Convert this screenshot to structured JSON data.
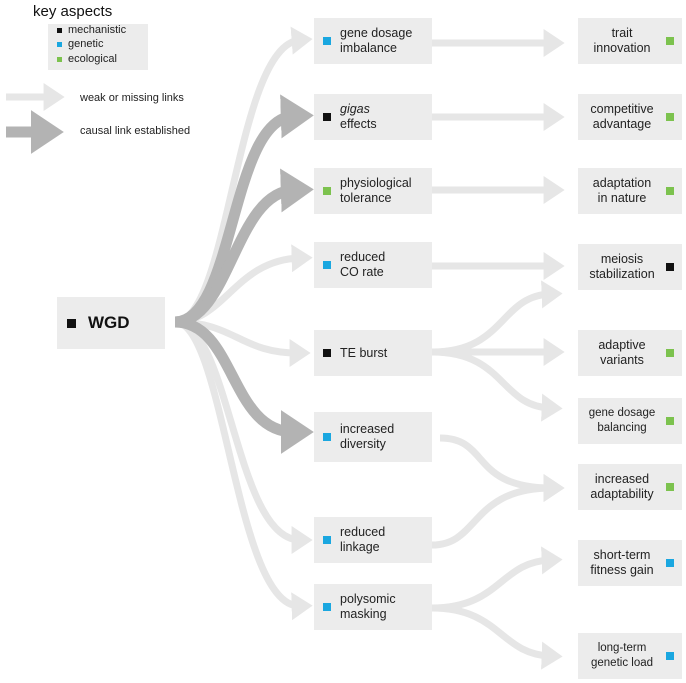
{
  "colors": {
    "mechanistic": "#111111",
    "genetic": "#1aa7e0",
    "ecological": "#7cc24e",
    "weak_arrow": "#e6e6e6",
    "causal_arrow": "#b3b3b3",
    "box": "#ececec"
  },
  "legend": {
    "title": "key aspects",
    "items": [
      {
        "label": "mechanistic",
        "category": "mechanistic"
      },
      {
        "label": "genetic",
        "category": "genetic"
      },
      {
        "label": "ecological",
        "category": "ecological"
      }
    ],
    "weak_label": "weak or missing links",
    "causal_label": "causal link established"
  },
  "root": {
    "label": "WGD",
    "category": "mechanistic"
  },
  "middle_nodes": [
    {
      "line1": "gene dosage",
      "line2": "imbalance",
      "category": "genetic"
    },
    {
      "line1": "gigas",
      "line2": "effects",
      "category": "mechanistic"
    },
    {
      "line1": "physiological",
      "line2": "tolerance",
      "category": "ecological"
    },
    {
      "line1": "reduced",
      "line2": "CO rate",
      "category": "genetic"
    },
    {
      "line1": "TE burst",
      "line2": "",
      "category": "mechanistic"
    },
    {
      "line1": "increased",
      "line2": "diversity",
      "category": "genetic"
    },
    {
      "line1": "reduced",
      "line2": "linkage",
      "category": "genetic"
    },
    {
      "line1": "polysomic",
      "line2": "masking",
      "category": "genetic"
    }
  ],
  "outcome_nodes": [
    {
      "line1": "trait",
      "line2": "innovation",
      "category": "ecological"
    },
    {
      "line1": "competitive",
      "line2": "advantage",
      "category": "ecological"
    },
    {
      "line1": "adaptation",
      "line2": "in nature",
      "category": "ecological"
    },
    {
      "line1": "meiosis",
      "line2": "stabilization",
      "category": "mechanistic"
    },
    {
      "line1": "adaptive",
      "line2": "variants",
      "category": "ecological"
    },
    {
      "line1": "gene dosage",
      "line2": "balancing",
      "category": "ecological"
    },
    {
      "line1": "increased",
      "line2": "adaptability",
      "category": "ecological"
    },
    {
      "line1": "short-term",
      "line2": "fitness gain",
      "category": "genetic"
    },
    {
      "line1": "long-term",
      "line2": "genetic load",
      "category": "genetic"
    }
  ]
}
